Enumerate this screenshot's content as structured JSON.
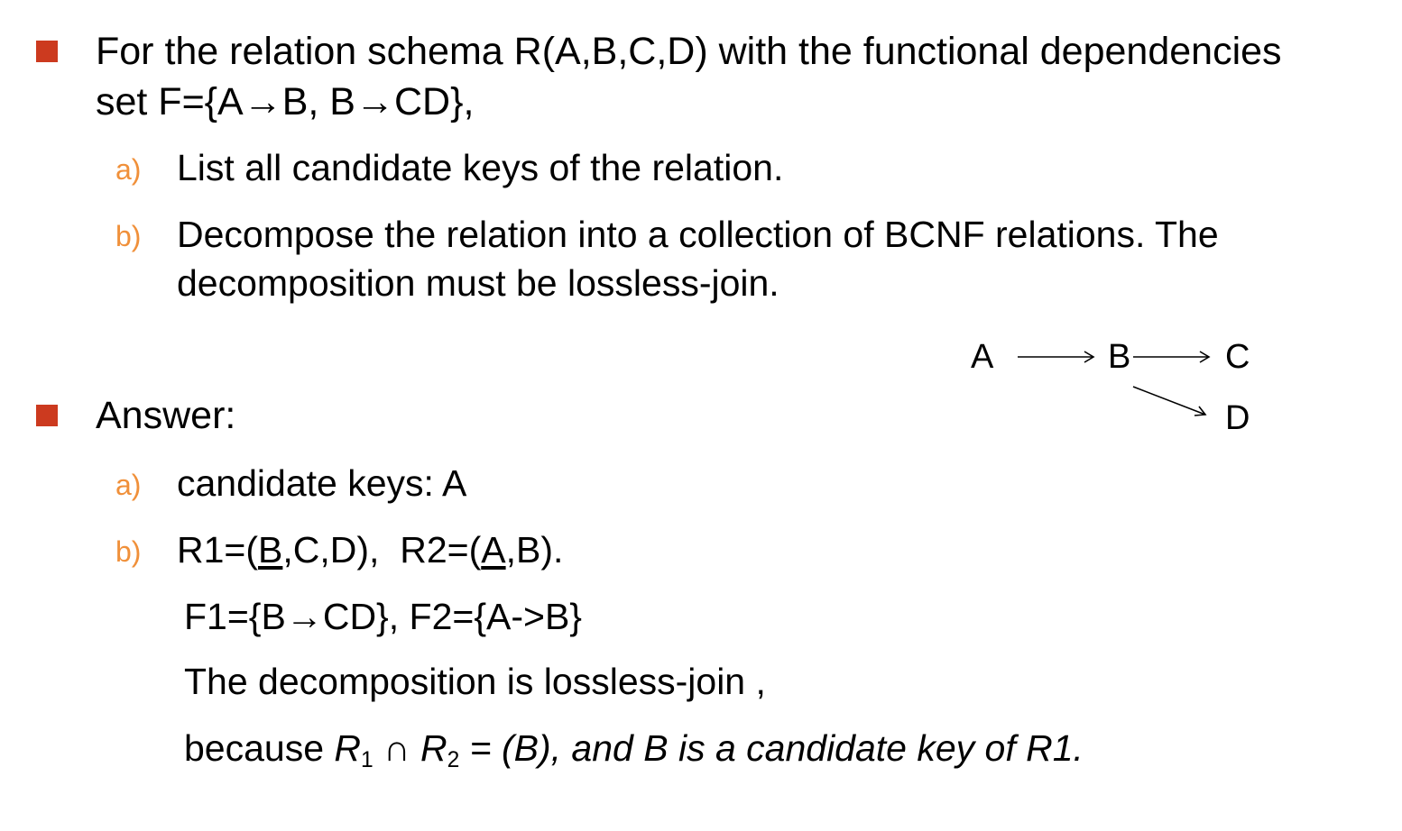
{
  "colors": {
    "bullet": "#cc3a1f",
    "sublabel": "#f0903a"
  },
  "question": {
    "line1": "For the relation schema R(A,B,C,D) with the functional dependencies",
    "line2": "set F={A→B, B→CD},",
    "items": [
      {
        "label": "a)",
        "line1": "List all candidate keys of the relation."
      },
      {
        "label": "b)",
        "line1": "Decompose the relation into a collection of BCNF relations. The",
        "line2": "decomposition must be lossless-join."
      }
    ]
  },
  "diagram": {
    "nodes": [
      "A",
      "B",
      "C",
      "D"
    ]
  },
  "answer": {
    "title": "Answer:",
    "a": {
      "label": "a)",
      "text": "candidate keys: A"
    },
    "b": {
      "label": "b)",
      "r1_prefix": "R1=(",
      "r1_key": "B",
      "r1_rest": ",C,D),",
      "r2_prefix": "R2=(",
      "r2_key": "A",
      "r2_rest": ",B).",
      "f_line": "F1={B→CD}, F2={A->B}",
      "lossless_line": "The decomposition is lossless-join ,",
      "because_word": "because ",
      "r_sym": "R",
      "sub1": "1",
      "cap": " ∩ ",
      "sub2": "2",
      "because_rest": " = (B), and B is a candidate key of R1."
    }
  }
}
